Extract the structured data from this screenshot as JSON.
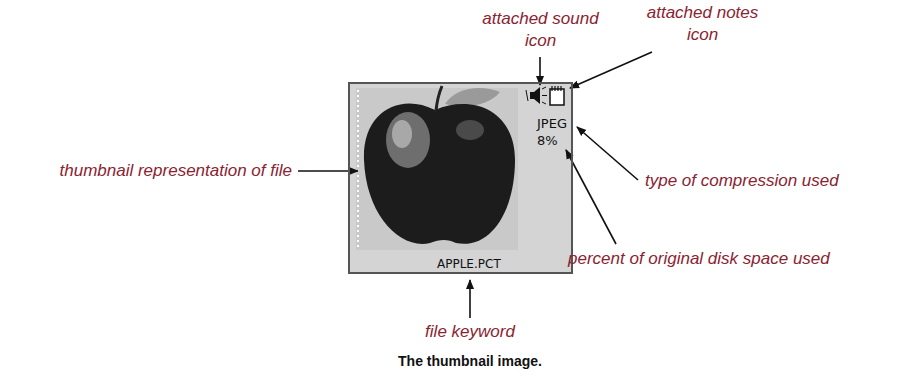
{
  "diagram": {
    "caption": "The thumbnail image.",
    "nodes": [
      {
        "text": [
          "JPEG",
          "8%",
          "APPLE.PCT"
        ]
      }
    ],
    "labels": [
      "attached sound icon",
      "attached notes icon",
      "thumbnail representation of file",
      "type of compression used",
      "percent of original disk space used",
      "file keyword"
    ]
  }
}
